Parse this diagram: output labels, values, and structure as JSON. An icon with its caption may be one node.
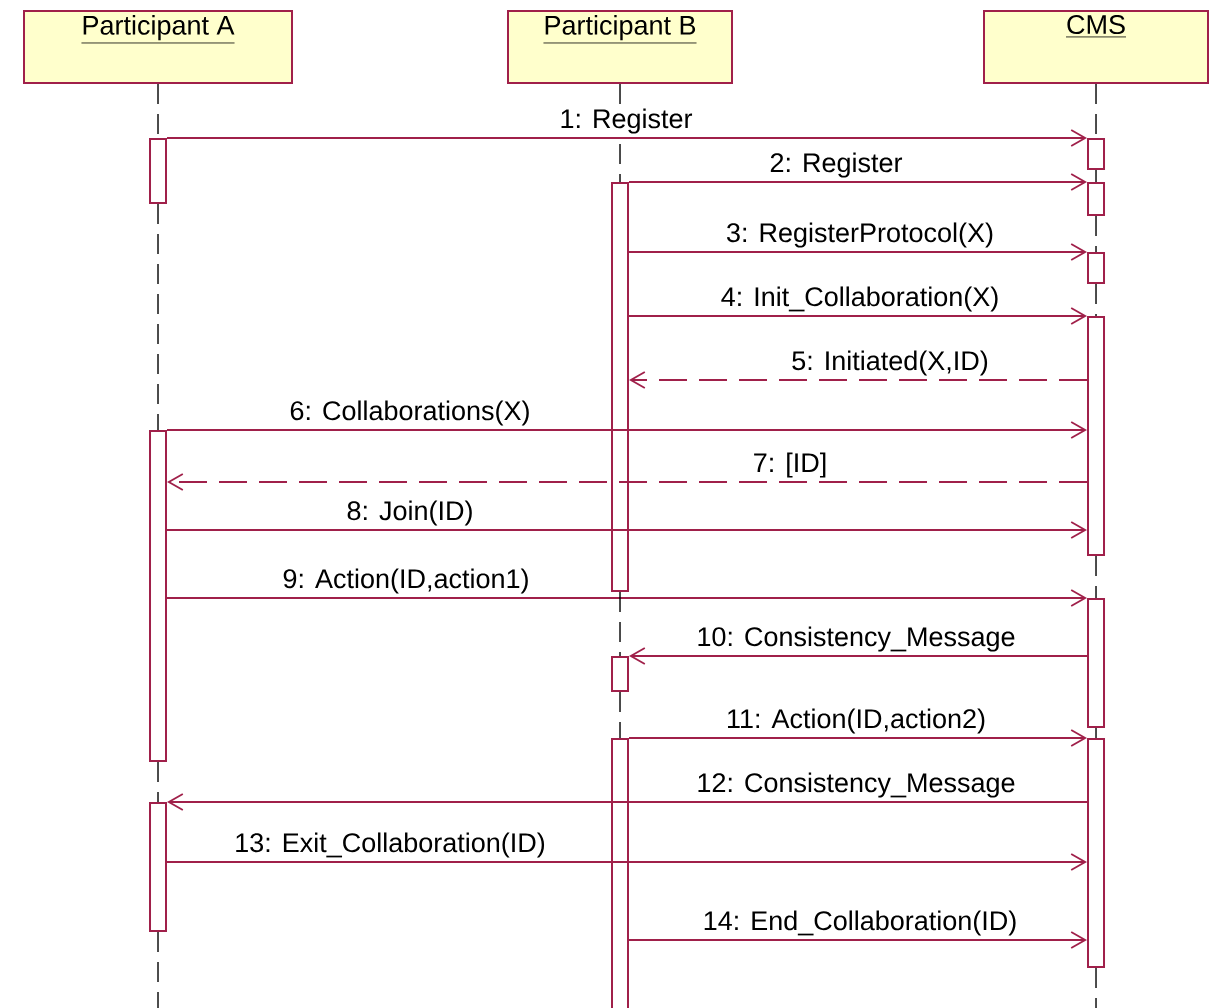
{
  "diagram": {
    "nodes": [
      {
        "text": [
          "Participant A"
        ]
      },
      {
        "text": [
          "Participant B"
        ]
      },
      {
        "text": [
          "CMS"
        ]
      },
      {
        "text": [],
        "shape": "bar"
      },
      {
        "text": [],
        "shape": "bar"
      },
      {
        "text": [],
        "shape": "bar"
      },
      {
        "text": [],
        "shape": "bar"
      },
      {
        "text": [],
        "shape": "bar"
      },
      {
        "text": [],
        "shape": "bar"
      },
      {
        "text": [],
        "shape": "bar"
      },
      {
        "text": [],
        "shape": "bar"
      },
      {
        "text": [],
        "shape": "bar"
      },
      {
        "text": [],
        "shape": "bar"
      },
      {
        "text": [],
        "shape": "bar"
      },
      {
        "text": [],
        "shape": "bar"
      }
    ],
    "edges": [
      {
        "from": 3,
        "to": 4,
        "arrow": "to",
        "label": "1: Register"
      },
      {
        "from": 5,
        "to": 6,
        "arrow": "to",
        "label": "2: Register"
      },
      {
        "from": 5,
        "to": 7,
        "arrow": "to",
        "label": "3: RegisterProtocol(X)"
      },
      {
        "from": 5,
        "to": 8,
        "arrow": "to",
        "label": "4: Init_Collaboration(X)"
      },
      {
        "from": 8,
        "to": 5,
        "arrow": "to",
        "label": "5: Initiated(X,ID)",
        "style": "dashed"
      },
      {
        "from": 9,
        "to": 8,
        "arrow": "to",
        "label": "6: Collaborations(X)"
      },
      {
        "from": 8,
        "to": 9,
        "arrow": "to",
        "label": "7: [ID]",
        "style": "dashed"
      },
      {
        "from": 9,
        "to": 8,
        "arrow": "to",
        "label": "8: Join(ID)"
      },
      {
        "from": 9,
        "to": 10,
        "arrow": "to",
        "label": "9: Action(ID,action1)"
      },
      {
        "from": 10,
        "to": 11,
        "arrow": "to",
        "label": "10: Consistency_Message"
      },
      {
        "from": 12,
        "to": 13,
        "arrow": "to",
        "label": "11: Action(ID,action2)"
      },
      {
        "from": 13,
        "to": 14,
        "arrow": "to",
        "label": "12: Consistency_Message"
      },
      {
        "from": 14,
        "to": 13,
        "arrow": "to",
        "label": "13: Exit_Collaboration(ID)"
      },
      {
        "from": 12,
        "to": 13,
        "arrow": "to",
        "label": "14: End_Collaboration(ID)"
      },
      {
        "from": 0,
        "to": 3,
        "arrow": "none",
        "style": "dashed",
        "color": "#000000"
      },
      {
        "from": 3,
        "to": 9,
        "arrow": "none",
        "style": "dashed",
        "color": "#000000"
      },
      {
        "from": 9,
        "to": 14,
        "arrow": "none",
        "style": "dashed",
        "color": "#000000"
      },
      {
        "from": 14,
        "to": null,
        "arrow": "none",
        "style": "dashed",
        "color": "#000000"
      },
      {
        "from": 1,
        "to": 5,
        "arrow": "none",
        "style": "dashed",
        "color": "#000000"
      },
      {
        "from": 5,
        "to": 11,
        "arrow": "none",
        "style": "dashed",
        "color": "#000000"
      },
      {
        "from": 11,
        "to": 12,
        "arrow": "none",
        "style": "dashed",
        "color": "#000000"
      },
      {
        "from": 2,
        "to": 4,
        "arrow": "none",
        "style": "dashed",
        "color": "#000000"
      },
      {
        "from": 4,
        "to": 6,
        "arrow": "none",
        "style": "dashed",
        "color": "#000000"
      },
      {
        "from": 6,
        "to": 7,
        "arrow": "none",
        "style": "dashed",
        "color": "#000000"
      },
      {
        "from": 7,
        "to": 8,
        "arrow": "none",
        "style": "dashed",
        "color": "#000000"
      },
      {
        "from": 8,
        "to": 10,
        "arrow": "none",
        "style": "dashed",
        "color": "#000000"
      },
      {
        "from": 10,
        "to": 13,
        "arrow": "none",
        "style": "dashed",
        "color": "#000000"
      },
      {
        "from": 13,
        "to": null,
        "arrow": "none",
        "style": "dashed",
        "color": "#000000"
      }
    ]
  }
}
